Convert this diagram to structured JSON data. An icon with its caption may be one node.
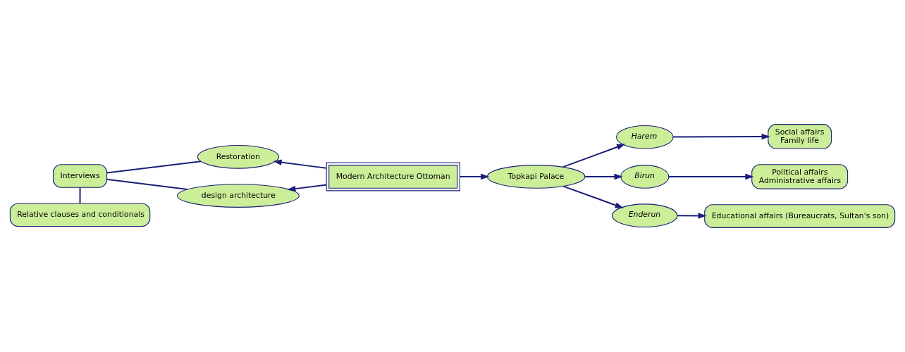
{
  "diagram": {
    "nodes": [
      {
        "text": [
          "Interviews"
        ]
      },
      {
        "text": [
          "Relative clauses and conditionals"
        ]
      },
      {
        "text": [
          "Restoration"
        ]
      },
      {
        "text": [
          "design architecture"
        ]
      },
      {
        "text": [
          "Modern Architecture Ottoman"
        ]
      },
      {
        "text": [
          "Topkapi Palace"
        ]
      },
      {
        "text": [
          "Harem"
        ]
      },
      {
        "text": [
          "Social affairs",
          "Family life"
        ]
      },
      {
        "text": [
          "Birun"
        ]
      },
      {
        "text": [
          "Political affairs",
          "Administrative affairs"
        ]
      },
      {
        "text": [
          "Enderun"
        ]
      },
      {
        "text": [
          "Educational affairs (Bureaucrats, Sultan's son)"
        ]
      }
    ],
    "edges": [
      {
        "from": 0,
        "to": 1,
        "arrow": "none"
      },
      {
        "from": 0,
        "to": 2,
        "arrow": "none"
      },
      {
        "from": 0,
        "to": 3,
        "arrow": "none"
      },
      {
        "from": 4,
        "to": 2,
        "arrow": "to"
      },
      {
        "from": 4,
        "to": 3,
        "arrow": "to"
      },
      {
        "from": 4,
        "to": 5,
        "arrow": "to"
      },
      {
        "from": 5,
        "to": 6,
        "arrow": "to"
      },
      {
        "from": 5,
        "to": 8,
        "arrow": "to"
      },
      {
        "from": 5,
        "to": 10,
        "arrow": "to"
      },
      {
        "from": 6,
        "to": 7,
        "arrow": "to"
      },
      {
        "from": 8,
        "to": 9,
        "arrow": "to"
      },
      {
        "from": 10,
        "to": 11,
        "arrow": "to"
      }
    ]
  }
}
